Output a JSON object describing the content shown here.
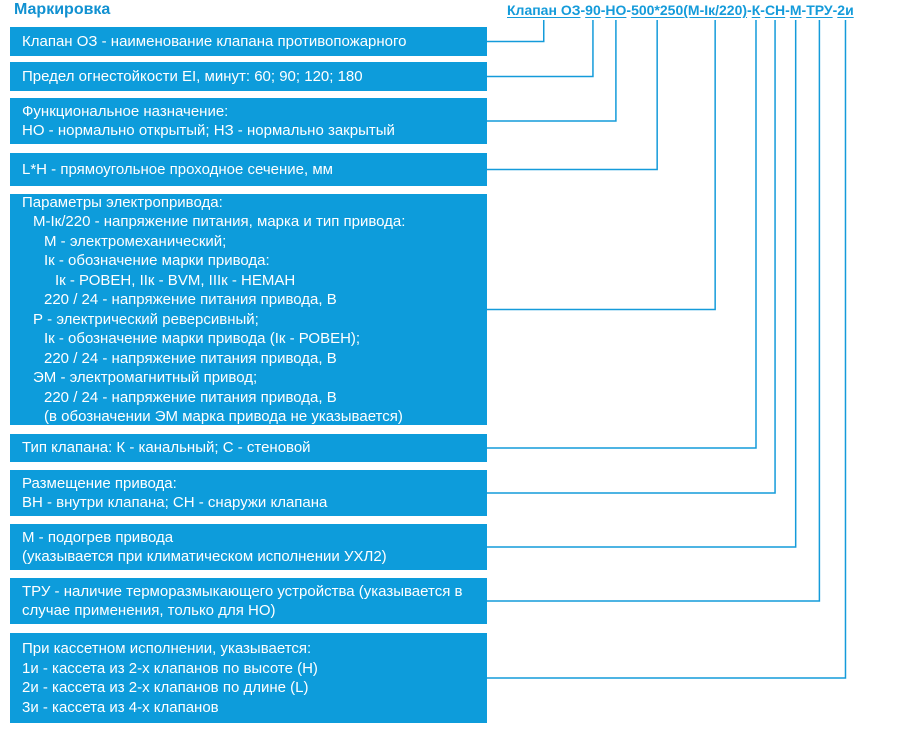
{
  "title": "Маркировка",
  "code": {
    "separator": "-",
    "segments": [
      "Клапан ОЗ",
      "90",
      "НО",
      "500*250",
      "(М-Iк/220)",
      "К",
      "СН",
      "М",
      "ТРУ",
      "2и"
    ]
  },
  "colors": {
    "box_fill": "#0d9cdb",
    "box_text": "#ffffff",
    "title_text": "#1191d1",
    "code_text": "#149bda",
    "connector_line": "#149bda"
  },
  "boxes": [
    {
      "name": "valve-name",
      "lines": [
        {
          "text": "Клапан ОЗ - наименование клапана противопожарного"
        }
      ]
    },
    {
      "name": "fire-resistance",
      "lines": [
        {
          "text": "Предел огнестойкости EI, минут: 60; 90; 120; 180"
        }
      ]
    },
    {
      "name": "functional-purpose",
      "lines": [
        {
          "text": "Функциональное назначение:"
        },
        {
          "text": "НО - нормально открытый; НЗ - нормально закрытый"
        }
      ]
    },
    {
      "name": "cross-section",
      "lines": [
        {
          "text": "L*H - прямоугольное проходное сечение, мм"
        }
      ]
    },
    {
      "name": "drive-parameters",
      "lines": [
        {
          "text": "Параметры электропривода:"
        },
        {
          "text": "М-Iк/220 - напряжение питания, марка и тип привода:"
        },
        {
          "text": "М - электромеханический;"
        },
        {
          "text": "Iк - обозначение марки привода:"
        },
        {
          "text": "Iк - РОВЕН, IIк - BVM, IIIк - НЕМАН"
        },
        {
          "text": "220 / 24 - напряжение питания привода, В"
        },
        {
          "text": "Р - электрический реверсивный;"
        },
        {
          "text": "Iк - обозначение марки привода (Iк - РОВЕН);"
        },
        {
          "text": "220 / 24 - напряжение питания привода, В"
        },
        {
          "text": "ЭМ - электромагнитный привод;"
        },
        {
          "text": "220 / 24 - напряжение питания привода, В"
        },
        {
          "text": "(в обозначении ЭМ марка привода не указывается)"
        }
      ]
    },
    {
      "name": "valve-type",
      "lines": [
        {
          "text": "Тип клапана: К - канальный; С - стеновой"
        }
      ]
    },
    {
      "name": "drive-placement",
      "lines": [
        {
          "text": "Размещение привода:"
        },
        {
          "text": "ВН - внутри клапана; СН - снаружи клапана"
        }
      ]
    },
    {
      "name": "drive-heating",
      "lines": [
        {
          "text": "М - подогрев привода"
        },
        {
          "text": "(указывается при климатическом исполнении УХЛ2)"
        }
      ]
    },
    {
      "name": "thermal-release",
      "lines": [
        {
          "text": "ТРУ - наличие терморазмыкающего устройства (указывается в"
        },
        {
          "text": "случае применения, только для НО)"
        }
      ]
    },
    {
      "name": "cassette-version",
      "lines": [
        {
          "text": "При кассетном исполнении, указывается:"
        },
        {
          "text": "1и - кассета из 2-х клапанов по высоте (Н)"
        },
        {
          "text": "2и - кассета из 2-х клапанов по длине (L)"
        },
        {
          "text": "3и - кассета из 4-х клапанов"
        }
      ]
    }
  ]
}
